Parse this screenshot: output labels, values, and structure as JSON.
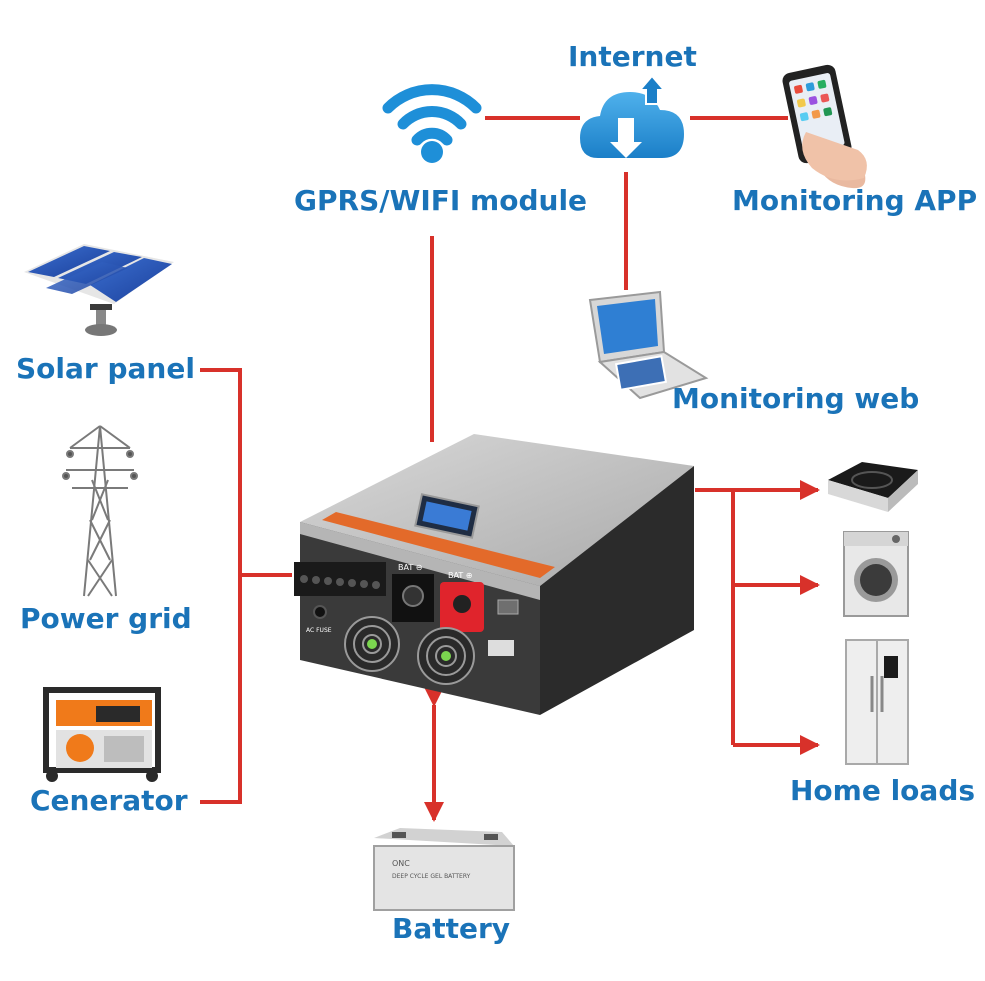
{
  "labels": {
    "internet": "Internet",
    "wifi_module": "GPRS/WIFI module",
    "monitoring_app": "Monitoring APP",
    "monitoring_web": "Monitoring web",
    "solar_panel": "Solar panel",
    "power_grid": "Power grid",
    "generator": "Cenerator",
    "home_loads": "Home loads",
    "battery": "Battery"
  },
  "inverter_panel": {
    "bat_neg": "BAT ⊖",
    "bat_pos": "BAT ⊕",
    "ac_fuse": "AC FUSE"
  },
  "battery_panel": {
    "brand": "ONC",
    "model_line": "DEEP CYCLE GEL BATTERY"
  },
  "colors": {
    "label_blue": "#1a73b8",
    "line_red": "#d8312a",
    "icon_blue": "#1e8fd8",
    "inverter_silver": "#c9c9c9",
    "inverter_body": "#2b2b2b",
    "terminal_red": "#e0242c"
  }
}
